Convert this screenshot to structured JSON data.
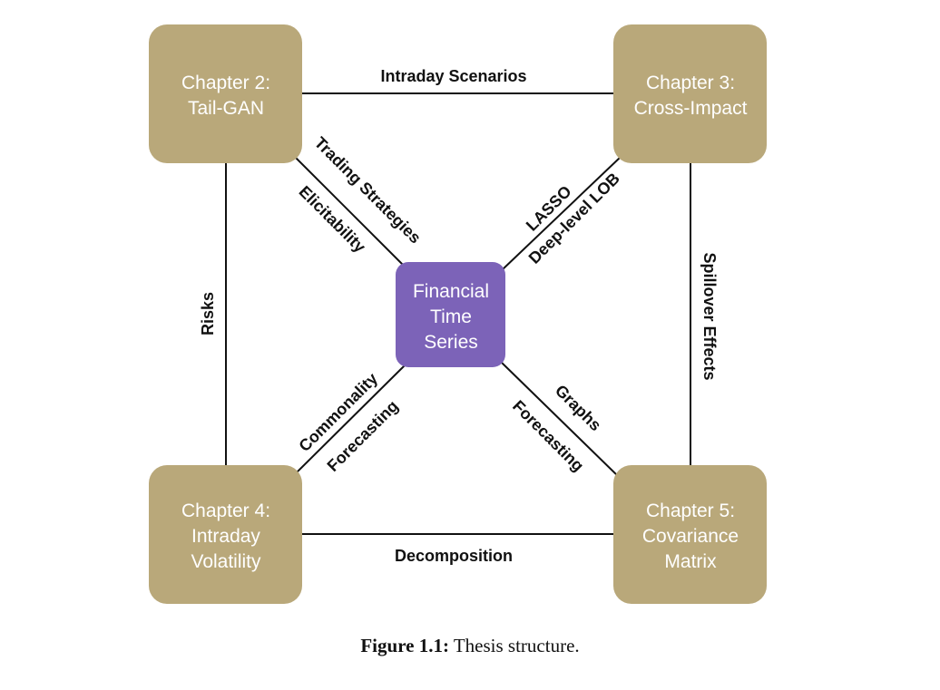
{
  "colors": {
    "chapter_box": "#b9a87a",
    "center_box": "#7c63b8",
    "line": "#111111"
  },
  "nodes": {
    "chapter2": {
      "line1": "Chapter 2:",
      "line2": "Tail-GAN"
    },
    "chapter3": {
      "line1": "Chapter 3:",
      "line2": "Cross-Impact"
    },
    "chapter4": {
      "line1": "Chapter 4:",
      "line2": "Intraday",
      "line3": "Volatility"
    },
    "chapter5": {
      "line1": "Chapter 5:",
      "line2": "Covariance",
      "line3": "Matrix"
    },
    "center": {
      "line1": "Financial",
      "line2": "Time",
      "line3": "Series"
    }
  },
  "edges": {
    "top": "Intraday Scenarios",
    "bottom": "Decomposition",
    "left": "Risks",
    "right": "Spillover Effects",
    "upper_left_a": "Trading Strategies",
    "upper_left_b": "Elicitability",
    "upper_right_a": "LASSO",
    "upper_right_b": "Deep-level LOB",
    "lower_left_a": "Commonality",
    "lower_left_b": "Forecasting",
    "lower_right_a": "Graphs",
    "lower_right_b": "Forecasting"
  },
  "caption": {
    "label": "Figure 1.1:",
    "text": "Thesis structure."
  }
}
